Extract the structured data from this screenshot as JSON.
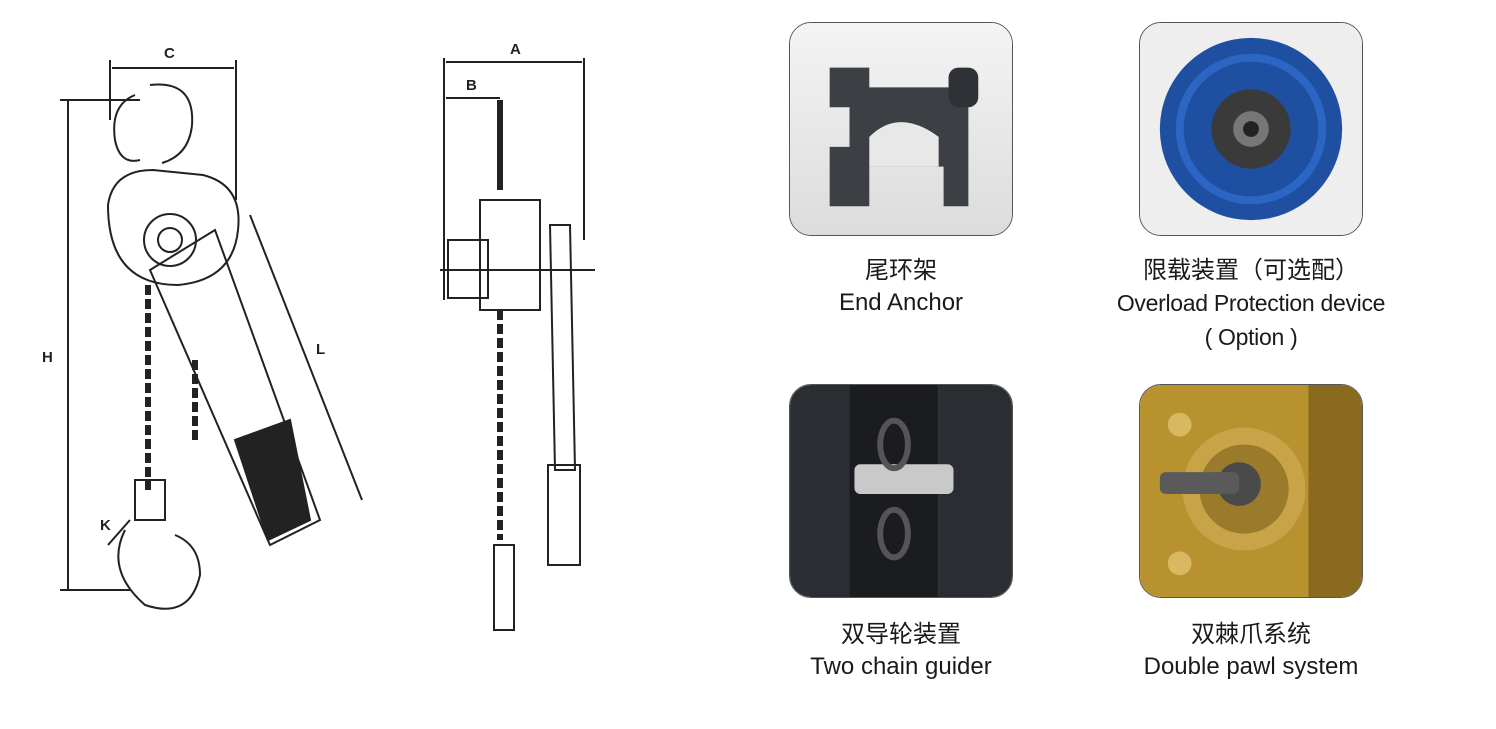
{
  "dimensions": {
    "a": "A",
    "b": "B",
    "c": "C",
    "h": "H",
    "l": "L",
    "k": "K"
  },
  "components": [
    {
      "cn": "尾环架",
      "en": "End Anchor",
      "en2": ""
    },
    {
      "cn": "限载装置（可选配）",
      "en": "Overload Protection device",
      "en2": "( Option )"
    },
    {
      "cn": "双导轮装置",
      "en": "Two chain guider",
      "en2": ""
    },
    {
      "cn": "双棘爪系统",
      "en": "Double pawl system",
      "en2": ""
    }
  ],
  "colors": {
    "line": "#222222",
    "pulley_blue": "#1f4fa0",
    "anchor_gray": "#3c3f44",
    "brass": "#b8922e"
  }
}
